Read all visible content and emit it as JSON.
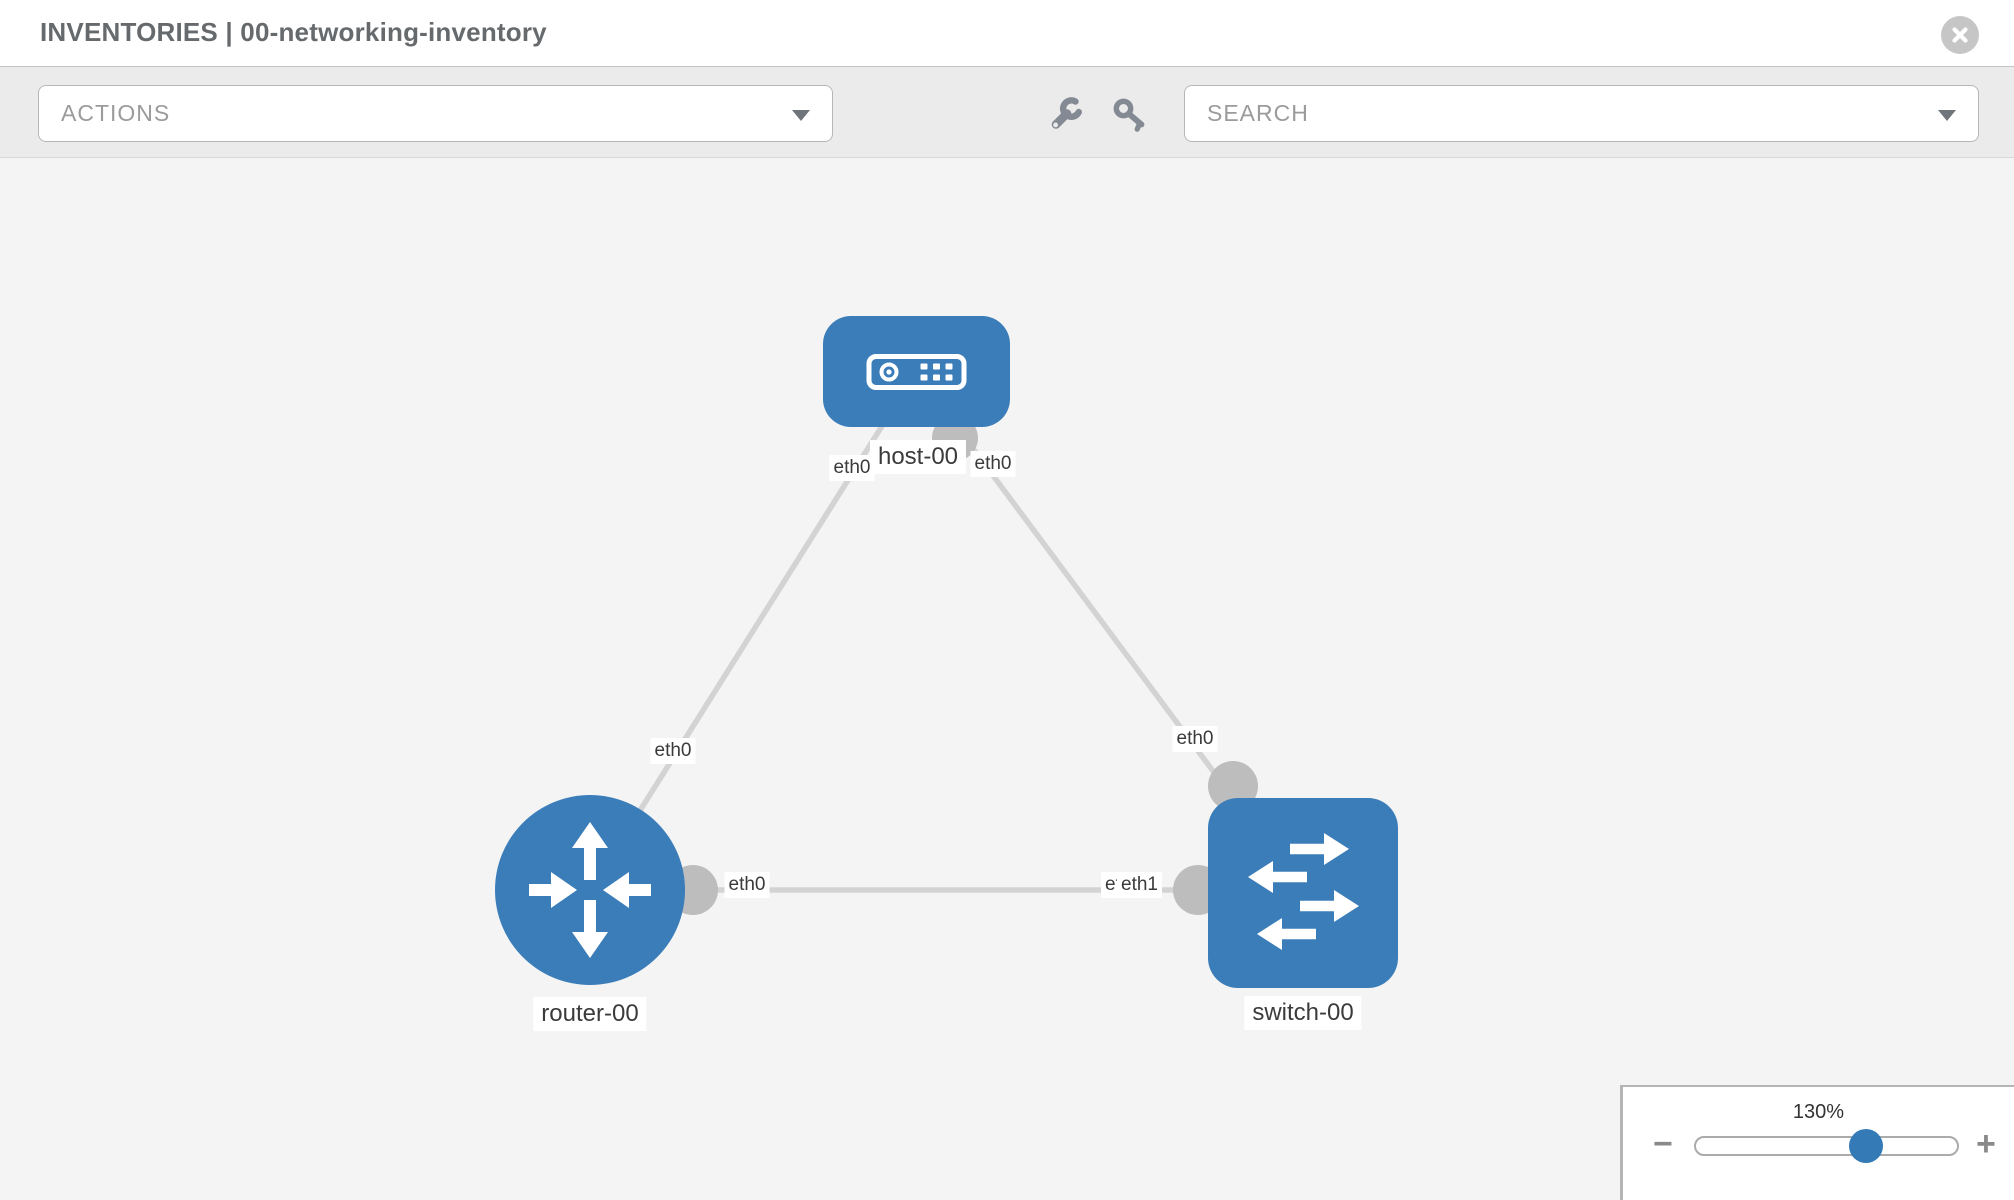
{
  "window": {
    "title": "INVENTORIES | 00-networking-inventory",
    "close_icon": "x-circle-icon"
  },
  "toolbar": {
    "actions": {
      "label": "ACTIONS"
    },
    "tools": [
      {
        "icon": "wrench-icon"
      },
      {
        "icon": "key-icon"
      }
    ],
    "search": {
      "placeholder": "SEARCH"
    }
  },
  "diagram": {
    "nodes": [
      {
        "label": "host-00",
        "type": "host",
        "icon": "server-icon"
      },
      {
        "label": "router-00",
        "type": "router",
        "icon": "router-arrows-icon"
      },
      {
        "label": "switch-00",
        "type": "switch",
        "icon": "switch-arrows-icon"
      }
    ],
    "links": [
      {
        "from": "host-00",
        "to": "router-00",
        "from_interface": "eth0",
        "to_interface": "eth0"
      },
      {
        "from": "host-00",
        "to": "switch-00",
        "from_interface": "eth0",
        "to_interface": "eth0"
      },
      {
        "from": "router-00",
        "to": "switch-00",
        "from_interface": "eth0",
        "to_interface": "eth1",
        "to_interface_overlapped": "eth0"
      }
    ]
  },
  "zoom_control": {
    "level": "130%",
    "zoom_out": "−",
    "zoom_in": "+"
  },
  "colors": {
    "node_blue": "#3b7db9",
    "accent_blue": "#337ab7",
    "link_gray": "#d3d3d3",
    "dot_gray": "#bdbdbd",
    "toolbar_gray": "#ebebeb",
    "canvas_gray": "#f4f4f4"
  }
}
